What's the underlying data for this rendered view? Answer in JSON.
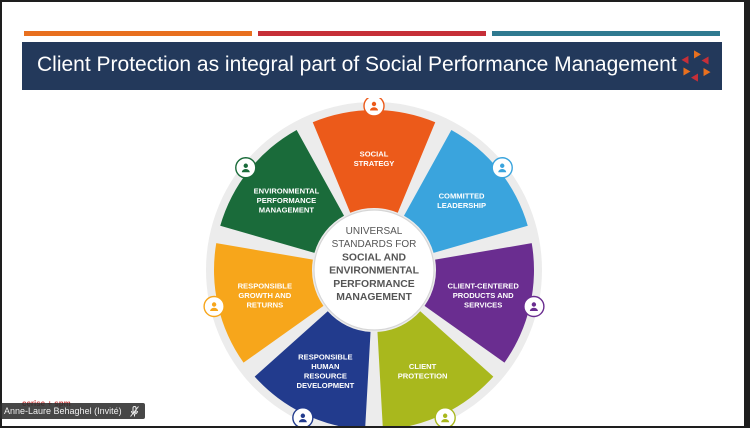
{
  "slide": {
    "title": "Client Protection as integral part of Social Performance Management",
    "top_rule_colors": [
      "#e8701f",
      "#c62f38",
      "#2f7a90"
    ],
    "header_color": "#23395b",
    "center": {
      "line1": "UNIVERSAL",
      "line2": "STANDARDS FOR",
      "line3": "SOCIAL AND",
      "line4": "ENVIRONMENTAL",
      "line5": "PERFORMANCE",
      "line6": "MANAGEMENT"
    },
    "segments": [
      {
        "lines": [
          "SOCIAL",
          "STRATEGY"
        ],
        "color": "#ec5a1a",
        "icon": "clipboard-icon"
      },
      {
        "lines": [
          "COMMITTED",
          "LEADERSHIP"
        ],
        "color": "#3aa4dd",
        "icon": "group-icon"
      },
      {
        "lines": [
          "CLIENT-CENTERED",
          "PRODUCTS AND",
          "SERVICES"
        ],
        "color": "#6a2d90",
        "icon": "people-circle-icon"
      },
      {
        "lines": [
          "CLIENT",
          "PROTECTION"
        ],
        "color": "#a9b81d",
        "icon": "two-people-icon"
      },
      {
        "lines": [
          "RESPONSIBLE",
          "HUMAN",
          "RESOURCE",
          "DEVELOPMENT"
        ],
        "color": "#223b8d",
        "icon": "person-icon"
      },
      {
        "lines": [
          "RESPONSIBLE",
          "GROWTH AND",
          "RETURNS"
        ],
        "color": "#f7a61b",
        "icon": "scale-icon"
      },
      {
        "lines": [
          "ENVIRONMENTAL",
          "PERFORMANCE",
          "MANAGEMENT"
        ],
        "color": "#1a6b3a",
        "icon": "leaf-hand-icon"
      }
    ]
  },
  "video_overlay": {
    "participant_name": "Anne-Laure Behaghel (Invité)",
    "mic_state": "muted",
    "behind_text": "cerise + spm"
  }
}
